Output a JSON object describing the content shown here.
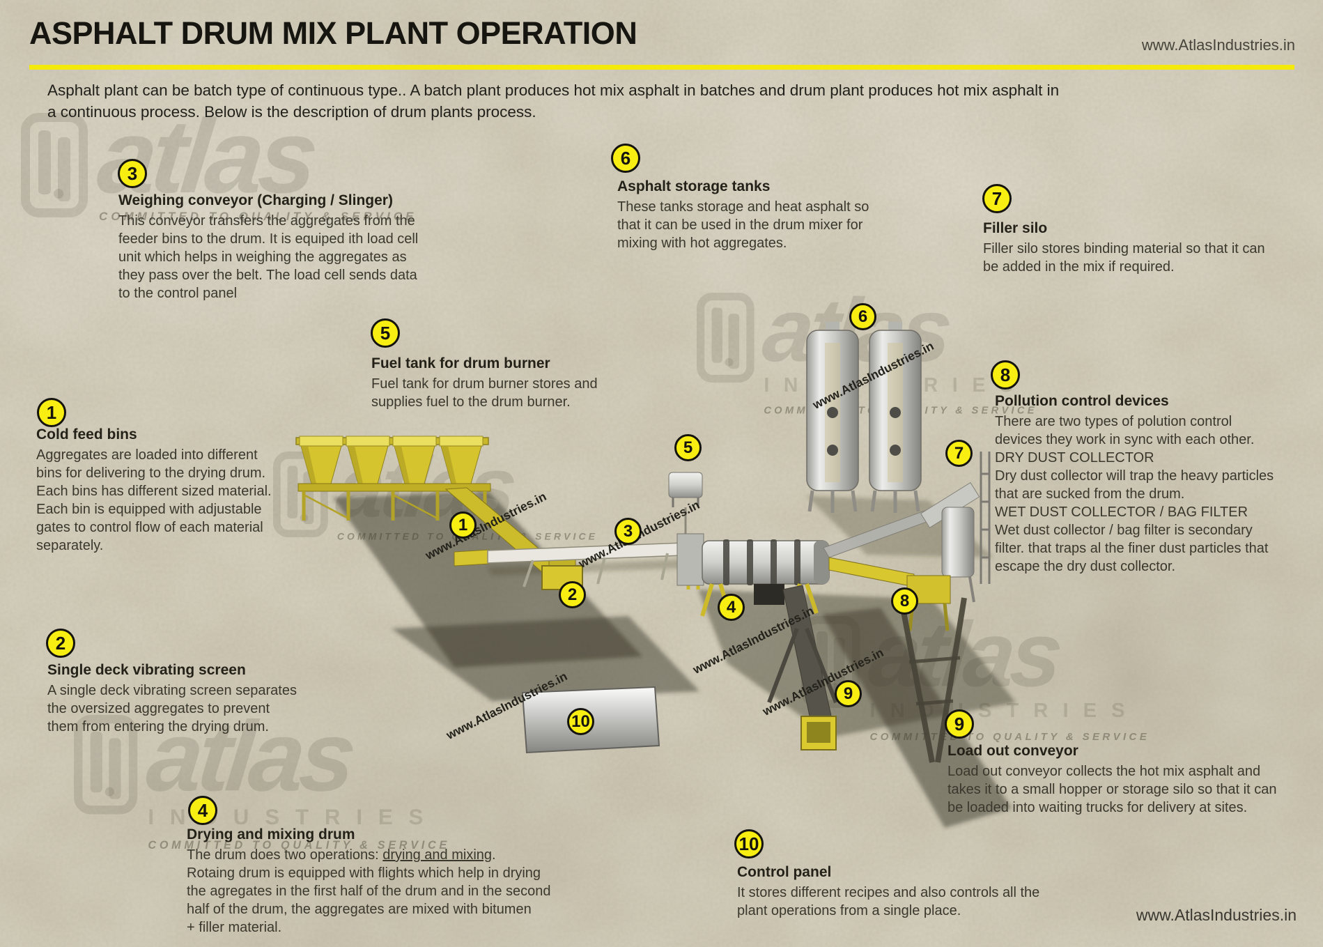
{
  "header": {
    "title": "ASPHALT DRUM MIX PLANT OPERATION",
    "website": "www.AtlasIndustries.in",
    "intro": "Asphalt plant can be batch type of continuous type.. A batch plant produces hot mix asphalt in batches and drum plant produces hot mix asphalt in\na continuous process. Below is the description of drum plants process."
  },
  "footer": {
    "website": "www.AtlasIndustries.in"
  },
  "colors": {
    "background": "#cdc6b2",
    "rule_yellow": "#f4e90d",
    "circle_yellow": "#f8ee12",
    "machine_yellow": "#d5c42d",
    "text_dark": "#242218"
  },
  "watermark": {
    "brand": "atlas",
    "sub": "INDUSTRIES",
    "tagline": "COMMITTED TO QUALITY & SERVICE",
    "url": "www.AtlasIndustries.in"
  },
  "callouts": [
    {
      "num": "1",
      "title": "Cold feed bins",
      "body": "Aggregates are loaded into different\nbins for delivering to the  drying drum.\nEach bins has different sized material.\nEach bin is equipped with adjustable\ngates to control flow of each material\nseparately."
    },
    {
      "num": "2",
      "title": "Single deck vibrating screen",
      "body": "A single deck vibrating screen separates\nthe oversized aggregates to prevent\nthem from entering the drying drum."
    },
    {
      "num": "3",
      "title": "Weighing conveyor (Charging / Slinger)",
      "body": "This conveyor transfers the aggregates from the\nfeeder bins to the drum. It is equiped ith load cell\nunit which helps in weighing the aggregates as\nthey pass over the belt. The load cell sends data\nto the control panel"
    },
    {
      "num": "4",
      "title": "Drying and mixing drum",
      "body_pre": "The drum does two operations: ",
      "body_link": "drying and mixing",
      "body_post": ".\nRotaing drum is equipped with flights which help in drying\nthe agregates in the first half of the drum and in the second\nhalf of the drum, the aggregates are mixed with bitumen\n+ filler material."
    },
    {
      "num": "5",
      "title": "Fuel tank for drum burner",
      "body": "Fuel tank for drum burner stores and\nsupplies fuel to the drum burner."
    },
    {
      "num": "6",
      "title": "Asphalt storage tanks",
      "body": "These tanks storage and heat asphalt so\nthat it can be used in the drum mixer for\nmixing with hot aggregates."
    },
    {
      "num": "7",
      "title": "Filler silo",
      "body": "Filler silo stores binding material so that it can\nbe added in the mix if required."
    },
    {
      "num": "8",
      "title": "Pollution control devices",
      "body": "There are two types of polution control\ndevices they work in sync with each other.\nDRY DUST COLLECTOR\nDry dust collector will trap the heavy particles\nthat are sucked from the drum.\nWET DUST COLLECTOR / BAG FILTER\nWet dust collector / bag filter is secondary\nfilter. that traps al the finer dust particles that\nescape the dry dust collector."
    },
    {
      "num": "9",
      "title": "Load out conveyor",
      "body": "Load out conveyor collects the hot mix asphalt and\ntakes it to a small hopper or storage silo so that it can\nbe loaded into waiting trucks for delivery at sites."
    },
    {
      "num": "10",
      "title": "Control panel",
      "body": "It stores different recipes and also controls all the\nplant operations from a single place."
    }
  ]
}
